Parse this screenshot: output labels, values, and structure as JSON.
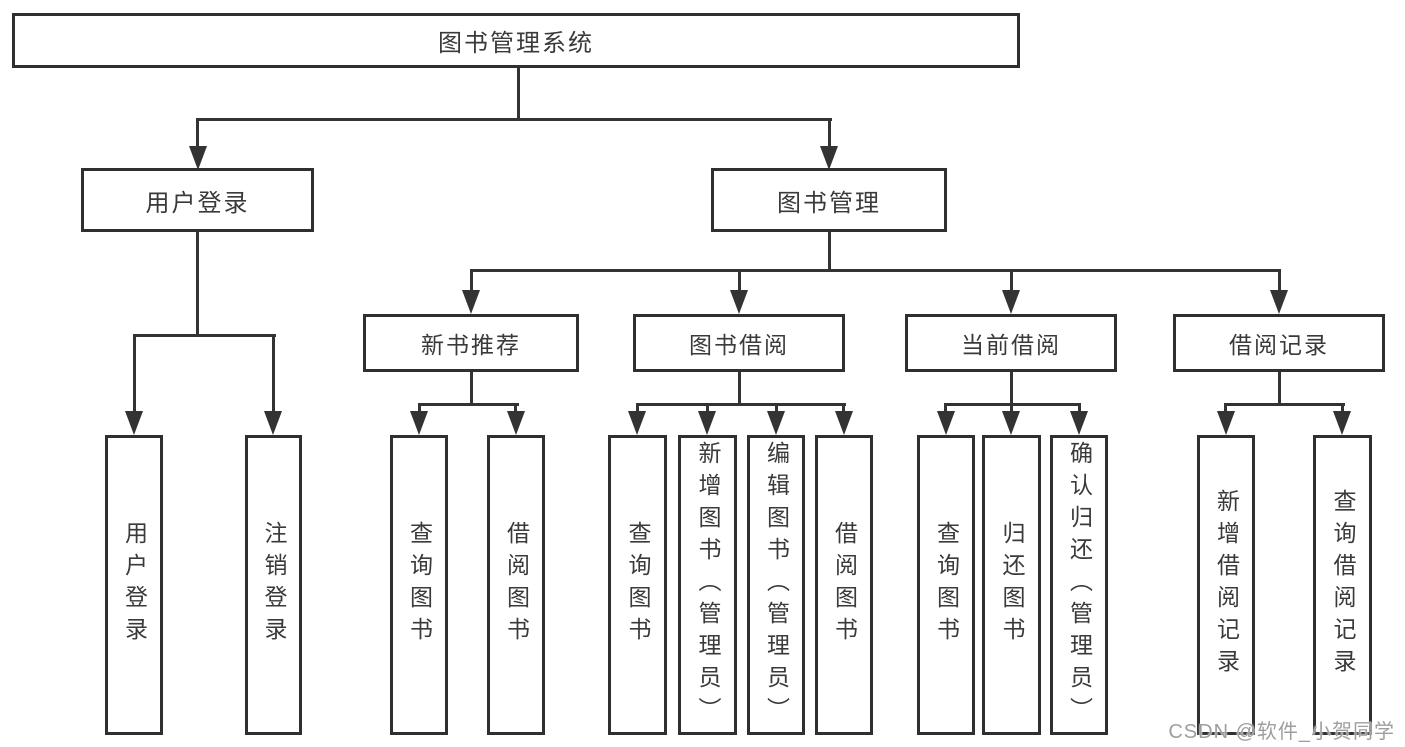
{
  "tree": {
    "root": "图书管理系统",
    "branches": [
      {
        "label": "用户登录",
        "children": [
          "用户登录",
          "注销登录"
        ]
      },
      {
        "label": "图书管理",
        "groups": [
          {
            "label": "新书推荐",
            "children": [
              "查询图书",
              "借阅图书"
            ]
          },
          {
            "label": "图书借阅",
            "children": [
              "查询图书",
              "新增图书（管理员）",
              "编辑图书（管理员）",
              "借阅图书"
            ]
          },
          {
            "label": "当前借阅",
            "children": [
              "查询图书",
              "归还图书",
              "确认归还（管理员）"
            ]
          },
          {
            "label": "借阅记录",
            "children": [
              "新增借阅记录",
              "查询借阅记录"
            ]
          }
        ]
      }
    ]
  },
  "watermark": "CSDN @软件_小贺同学",
  "colors": {
    "line": "#333333",
    "border": "#2f2f2f",
    "text": "#3a3a3a",
    "watermark_text": "#9e9e9e",
    "background": "#ffffff"
  }
}
